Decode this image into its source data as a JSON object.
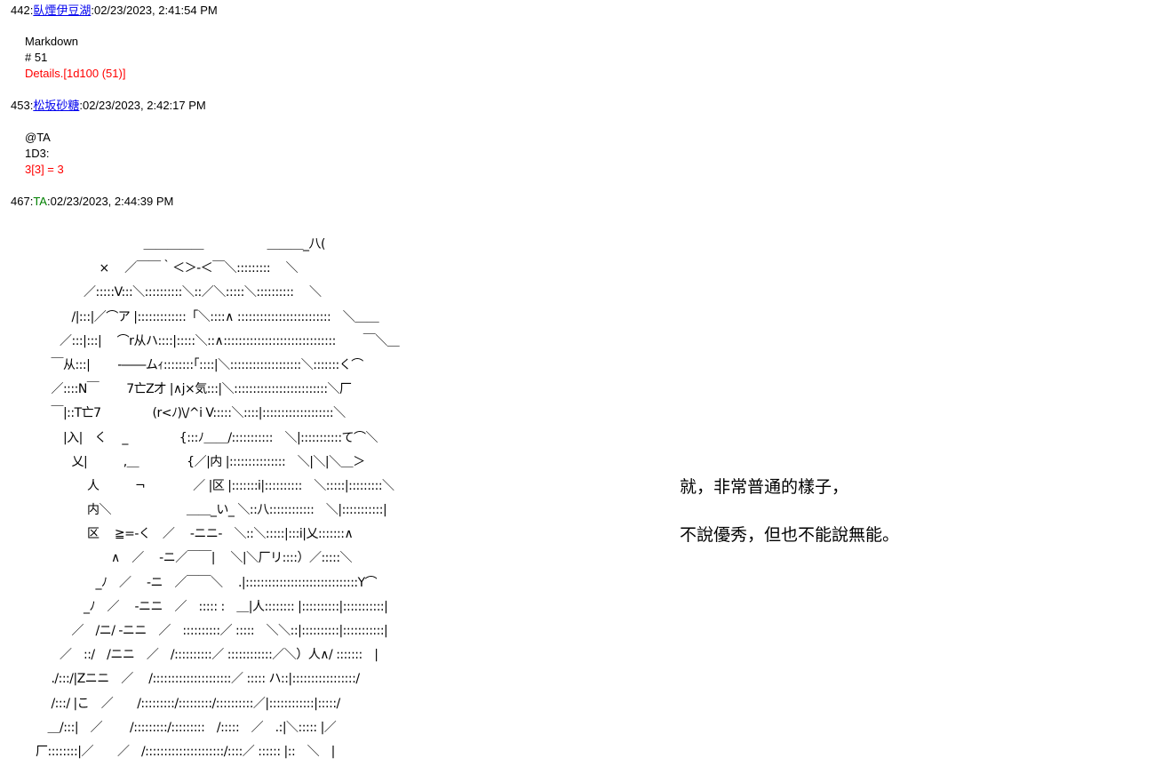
{
  "posts": [
    {
      "number": "442",
      "name": "臥煙伊豆湖",
      "time": "02/23/2023, 2:41:54 PM",
      "lines": [
        "Markdown",
        "# 51"
      ],
      "dice": "Details.[1d100 (51)]"
    },
    {
      "number": "453",
      "name": "松坂砂糖",
      "time": "02/23/2023, 2:42:17 PM",
      "lines": [
        "@TA",
        "1D3:"
      ],
      "dice": "3[3] = 3"
    },
    {
      "number": "467",
      "name": "TA",
      "time": "02/23/2023, 2:44:39 PM"
    }
  ],
  "separator": ":",
  "colors": {
    "link": "#0000ee",
    "dice": "#ff0000",
    "poster": "#008000"
  },
  "ascii_art": [
    "　　　　　　　　　＿＿＿＿＿　　　　　 ＿＿＿_八(",
    "　　　　　 ×　 ／￣￣｀＜＞-＜￣＼:::::::::　 ＼",
    "　　　　／:::::V:::＼::::::::::＼::／＼:::::＼::::::::::　 ＼",
    "　　　/|:::|／⌒ア |:::::::::::::「＼::::∧ :::::::::::::::::::::::::　＼＿＿",
    "　　／:::|:::|　 ⌒r从ハ::::|:::::＼::∧::::::::::::::::::::::::::::::　　 ￣＼＿",
    "　 ￣从:::|　 　-――ムｨ::::::::｢::::|＼:::::::::::::::::::＼:::::::く⌒",
    "　 ／::::N￣　　 7亡Z才 |∧j×気:::|＼:::::::::::::::::::::::::＼厂",
    "　 ￣|::T亡7　　　　 (r<ﾉ)\\/^i V:::::＼::::|:::::::::::::::::::＼",
    "　　 |入|　く　 _　　　　 {:::ﾉ＿＿/:::::::::::　＼|:::::::::::て⌒＼",
    "　　　乂|　　　,＿　　　　{／|内 |:::::::::::::::　＼|＼|＼＿＞",
    "　　　　 人　　　¬　　　　／ |区 |:::::::i|::::::::::　＼:::::|:::::::::＼",
    "　　　　 内＼　　　　　　 ＿＿_い_ ＼::八::::::::::::　＼|:::::::::::|",
    "　　　　 区　 ≧=-く　／　 -ニニ-　＼::＼:::::|:::i|乂:::::::∧",
    "　　　　　　 ∧　／　 -ニ／￣￣|　 ＼|＼厂リ::::）／:::::＼",
    "　　　　　_ﾉ　／　 -ニ　／￣￣＼　 .|::::::::::::::::::::::::::::::Y⌒",
    "　　　　_ﾉ　／　 -ニニ　／　::::: :　＿|人:::::::: |::::::::::|:::::::::::|",
    "　　　／　/ニ/ -ニニ　／　::::::::::／ :::::　＼＼::|::::::::::|:::::::::::|",
    "　　／　::/　/ニニ　／　/::::::::::／ ::::::::::::／＼）人∧/ :::::::　|",
    "　 ./:::/|Zニニ　／　 /:::::::::::::::::::::／ ::::: ハ::|:::::::::::::::::/",
    "　 /:::/ |こ　／　　/:::::::::/:::::::::/::::::::::／|::::::::::::|:::::/",
    "　＿/:::|　／　　 /:::::::::/:::::::::　/:::::　／　.:|＼::::: |／",
    "厂::::::::|／　　／　/:::::::::::::::::::::/::::／ :::::: |::　＼　|"
  ],
  "caption": {
    "line1": "就，非常普通的樣子，",
    "line2": "不說優秀，但也不能說無能。"
  }
}
